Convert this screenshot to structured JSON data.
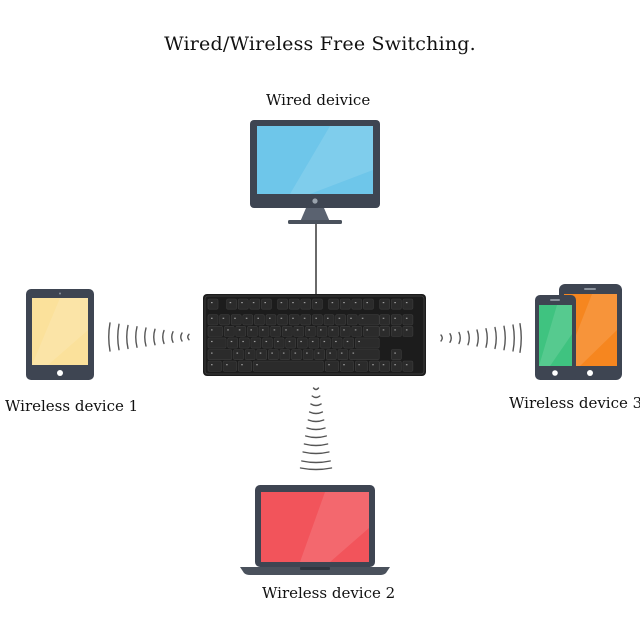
{
  "title": "Wired/Wireless Free Switching.",
  "devices": {
    "wired": {
      "label": "Wired deivice",
      "icon": "desktop-monitor-icon"
    },
    "wireless_1": {
      "label": "Wireless device 1",
      "icon": "tablet-icon"
    },
    "wireless_2": {
      "label": "Wireless device 2",
      "icon": "laptop-icon"
    },
    "wireless_3": {
      "label": "Wireless device 3",
      "icon": "smartphones-icon"
    }
  },
  "hub": {
    "icon": "keyboard-icon"
  },
  "colors": {
    "monitor_screen": "#6ec6ea",
    "tablet_screen": "#fbe19b",
    "laptop_screen": "#f2545b",
    "phone_green_screen": "#3fc380",
    "phone_orange_screen": "#f6861f",
    "device_body": "#3e4552",
    "keyboard_body": "#1c1c1c"
  }
}
